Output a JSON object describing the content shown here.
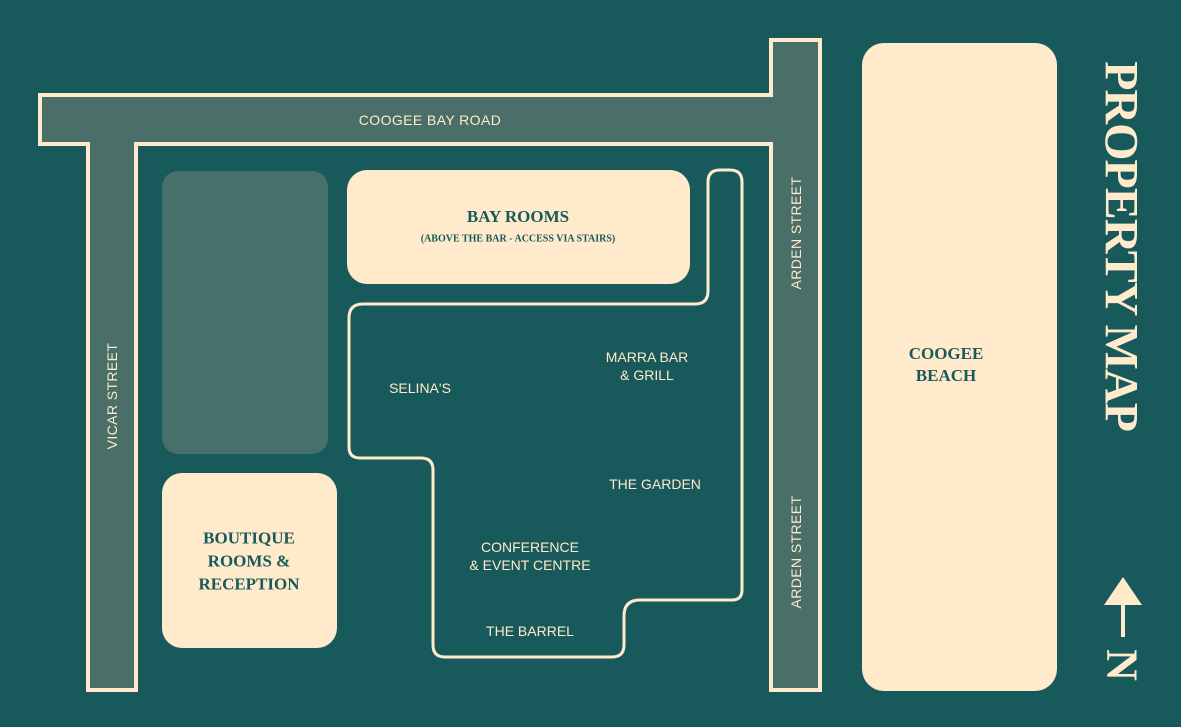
{
  "title": "PROPERTY MAP",
  "streets": {
    "top": "COOGEE BAY ROAD",
    "left": "VICAR STREET",
    "right_upper": "ARDEN STREET",
    "right_lower": "ARDEN STREET"
  },
  "buildings": {
    "bay_rooms": {
      "title": "BAY ROOMS",
      "subtitle": "(ABOVE THE BAR - ACCESS VIA STAIRS)"
    },
    "boutique": "BOUTIQUE\nROOMS &\nRECEPTION",
    "beach": "COOGEE\nBEACH"
  },
  "venues": {
    "selinas": "SELINA'S",
    "marra": "MARRA BAR\n& GRILL",
    "garden": "THE GARDEN",
    "conference": "CONFERENCE\n& EVENT CENTRE",
    "barrel": "THE BARREL"
  },
  "compass": {
    "letter": "N"
  },
  "colors": {
    "background": "#185a5b",
    "road": "#4a6e68",
    "block": "#ffeacb",
    "empty_block": "#46706a"
  }
}
